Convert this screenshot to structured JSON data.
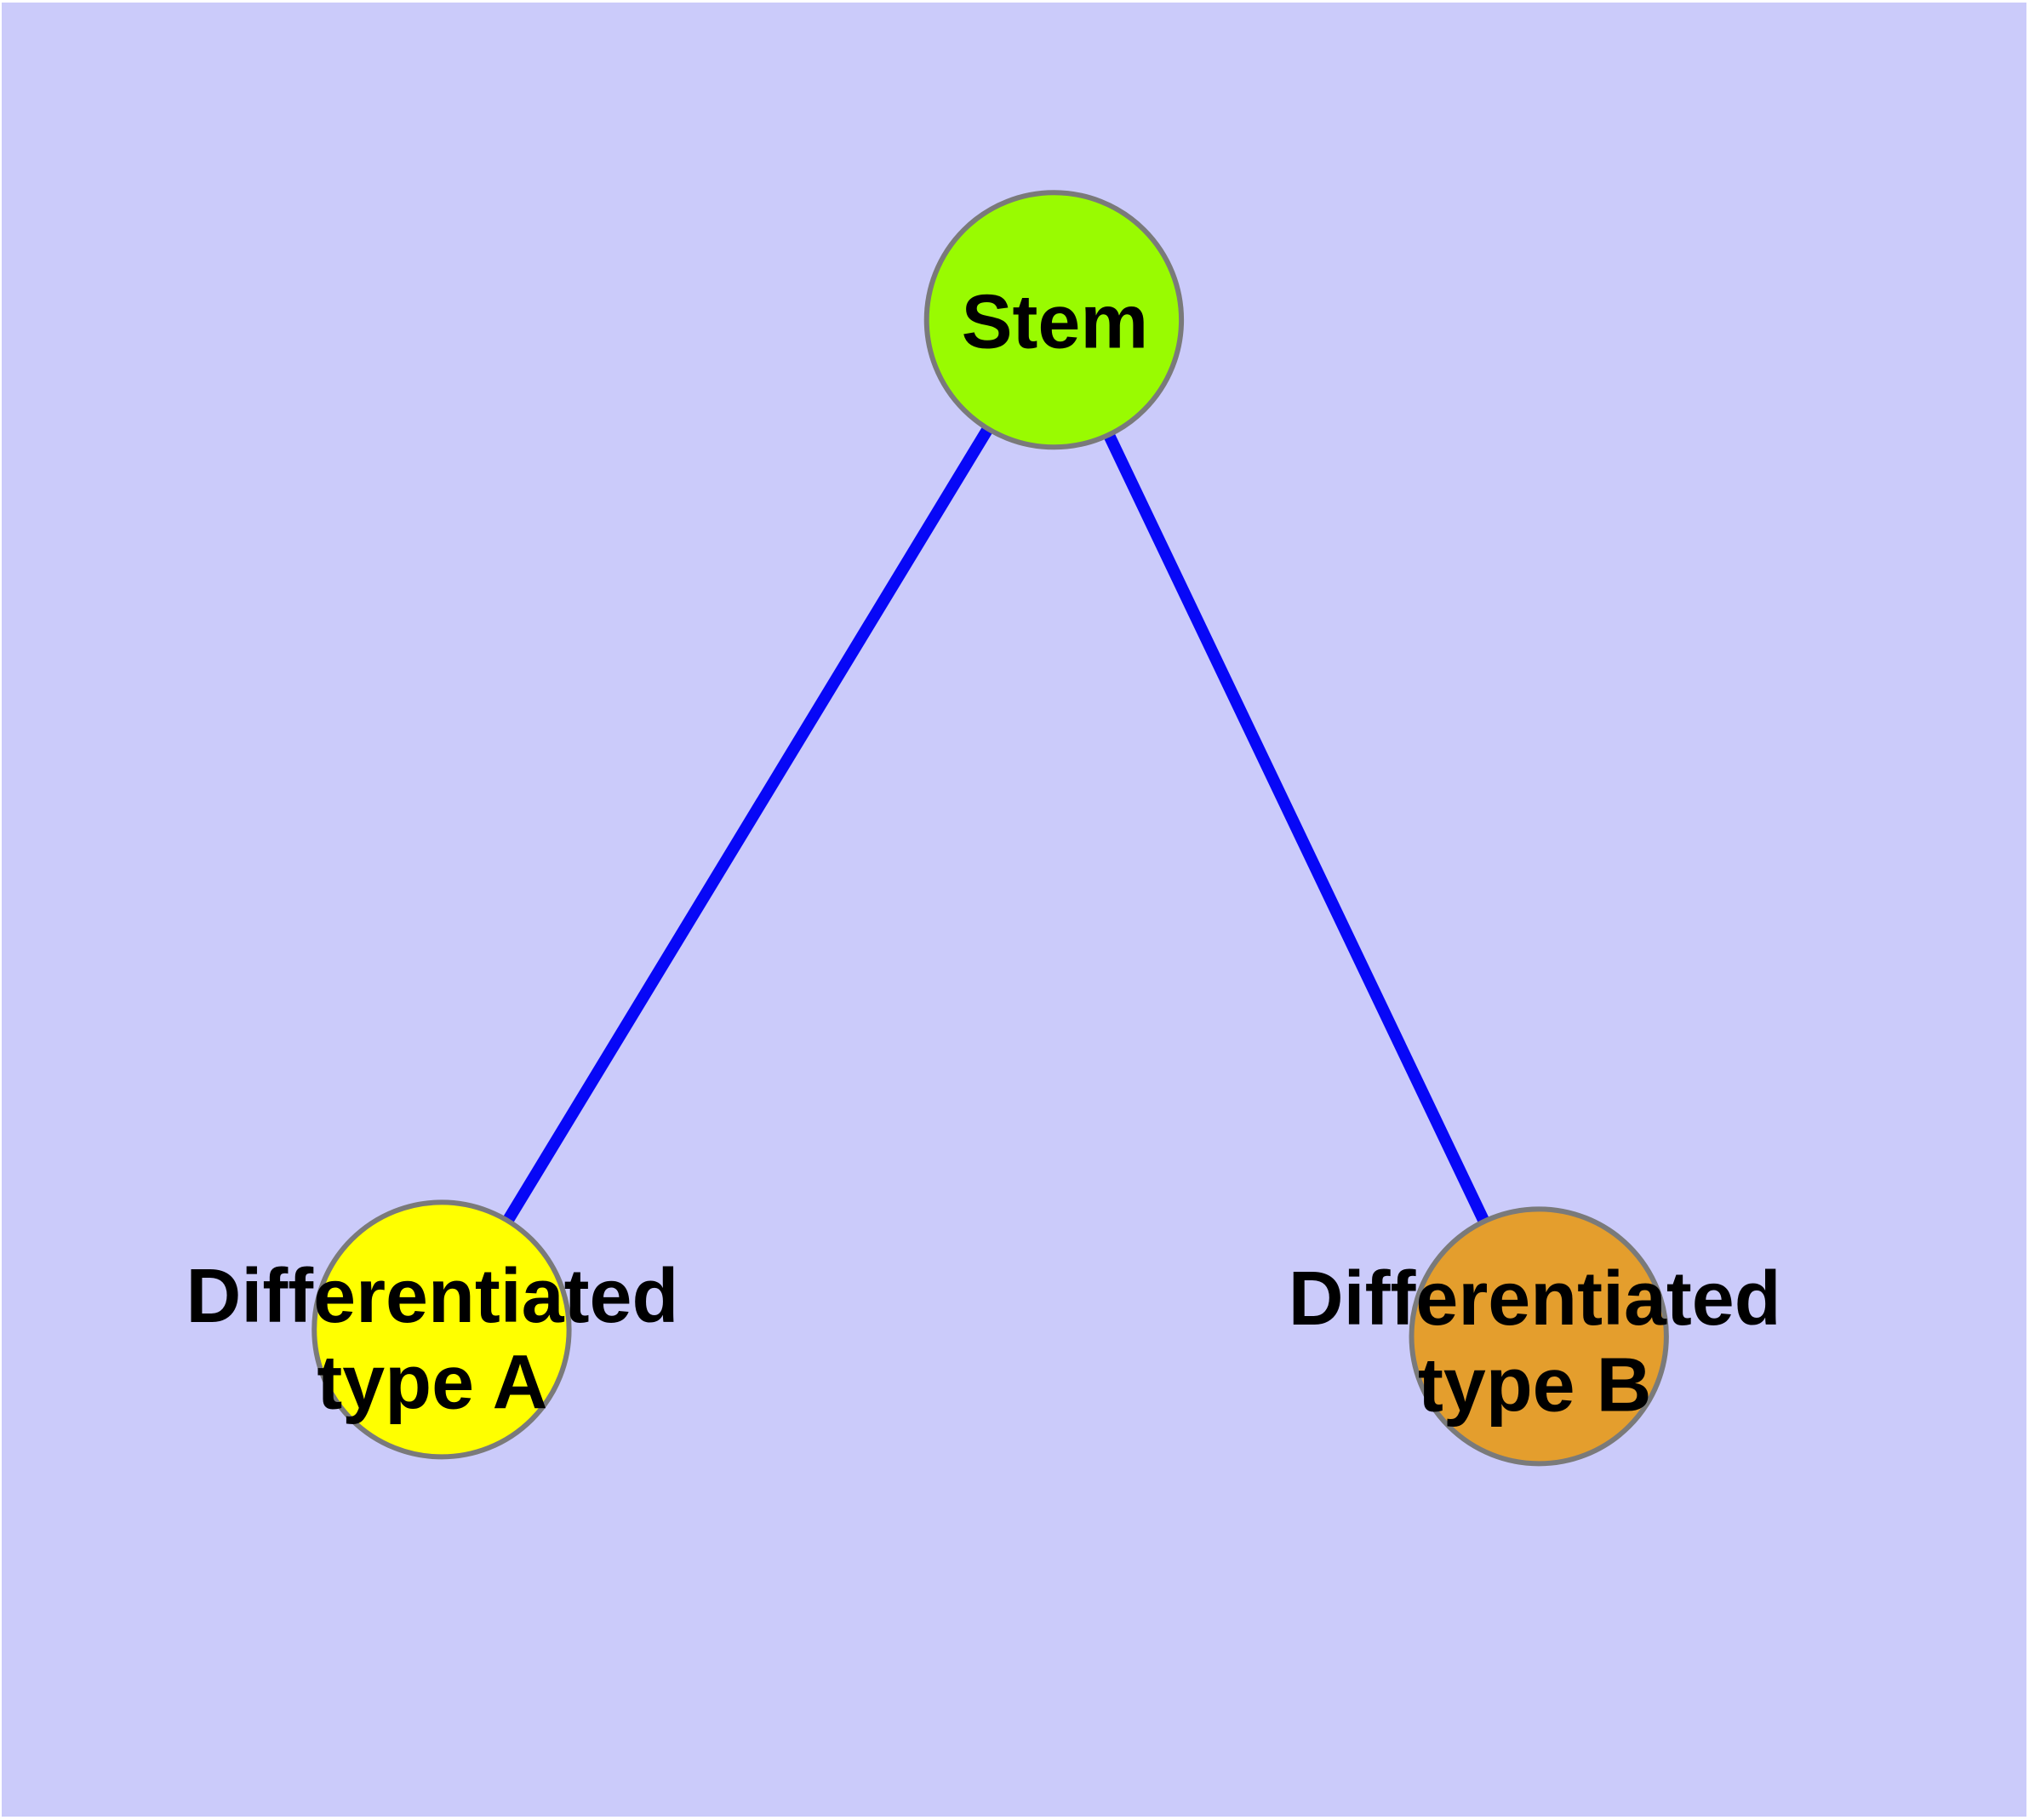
{
  "canvas": {
    "background_color": "#cbcbfa",
    "frame_color": "#ffffff"
  },
  "graph": {
    "title": "",
    "text_color": "#000000",
    "node_border_color": "#7a7a7a",
    "edge_color": "#0707f7",
    "nodes": [
      {
        "id": "stem",
        "label": "Stem",
        "lines": [
          "Stem"
        ],
        "fill": "#99fb01"
      },
      {
        "id": "differentiated-type-a",
        "label": "Differentiated type A",
        "lines": [
          "Differentiated",
          "type A"
        ],
        "fill": "#ffff00"
      },
      {
        "id": "differentiated-type-b",
        "label": "Differentiated type B",
        "lines": [
          "Differentiated",
          "type B"
        ],
        "fill": "#e49e2d"
      }
    ],
    "edges": [
      {
        "from": "Stem",
        "to": "Differentiated type A"
      },
      {
        "from": "Stem",
        "to": "Differentiated type B"
      }
    ]
  }
}
